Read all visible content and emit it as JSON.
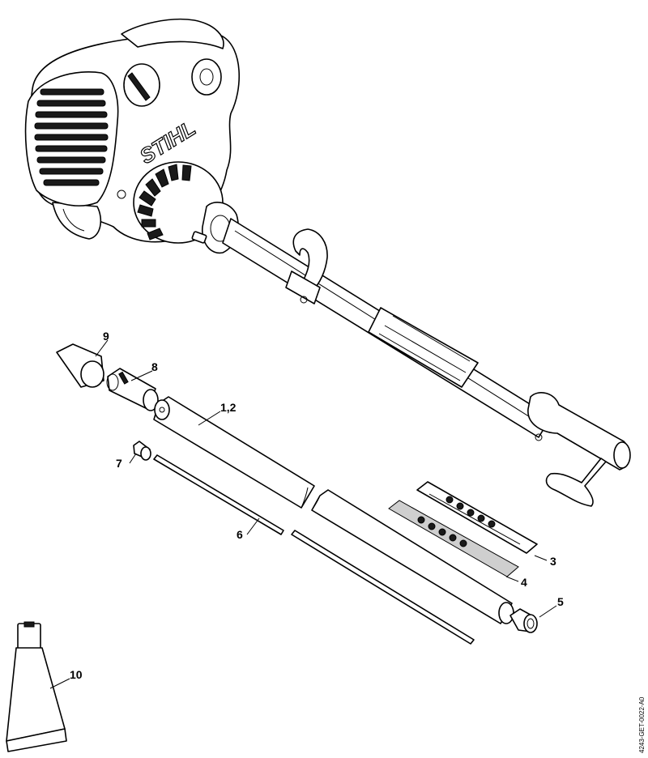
{
  "diagram": {
    "brand_logo": "STIHL",
    "document_id": "4243-GET-0022-A0",
    "callouts": {
      "c1_2": "1,2",
      "c3": "3",
      "c4": "4",
      "c5": "5",
      "c6": "6",
      "c7": "7",
      "c8": "8",
      "c9": "9",
      "c10": "10"
    }
  }
}
